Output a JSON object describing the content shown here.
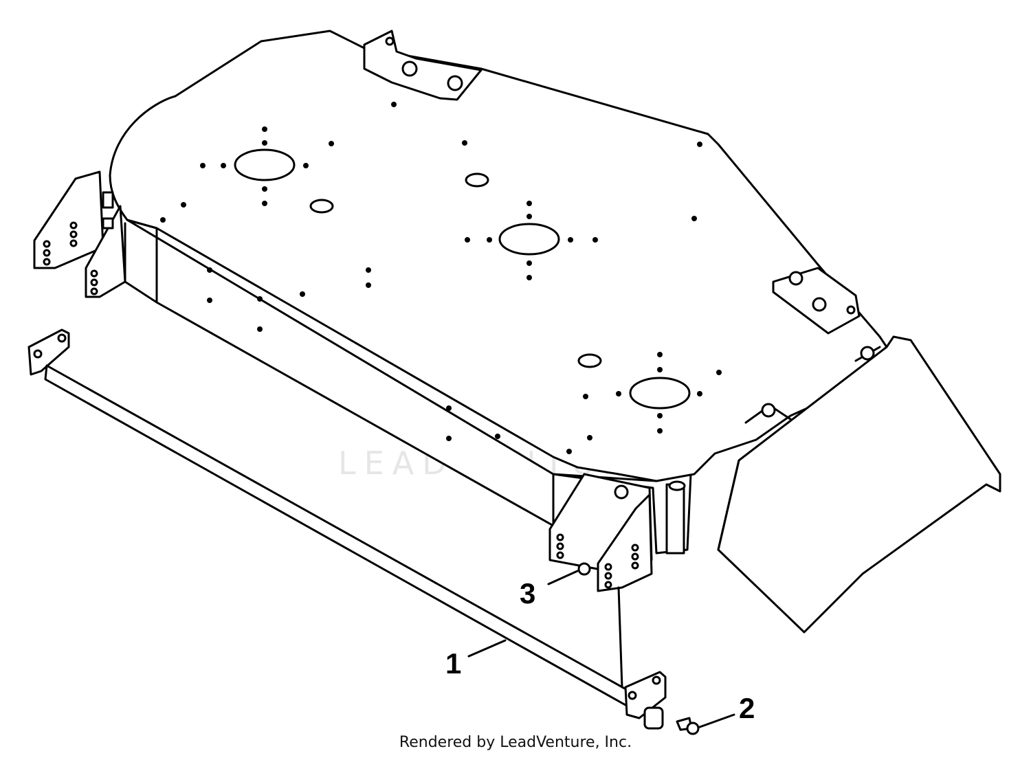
{
  "diagram": {
    "callouts": [
      {
        "id": "1",
        "label": "1"
      },
      {
        "id": "2",
        "label": "2"
      },
      {
        "id": "3",
        "label": "3"
      }
    ],
    "watermark": "LEADVENTURE",
    "footer": "Rendered by LeadVenture, Inc."
  }
}
